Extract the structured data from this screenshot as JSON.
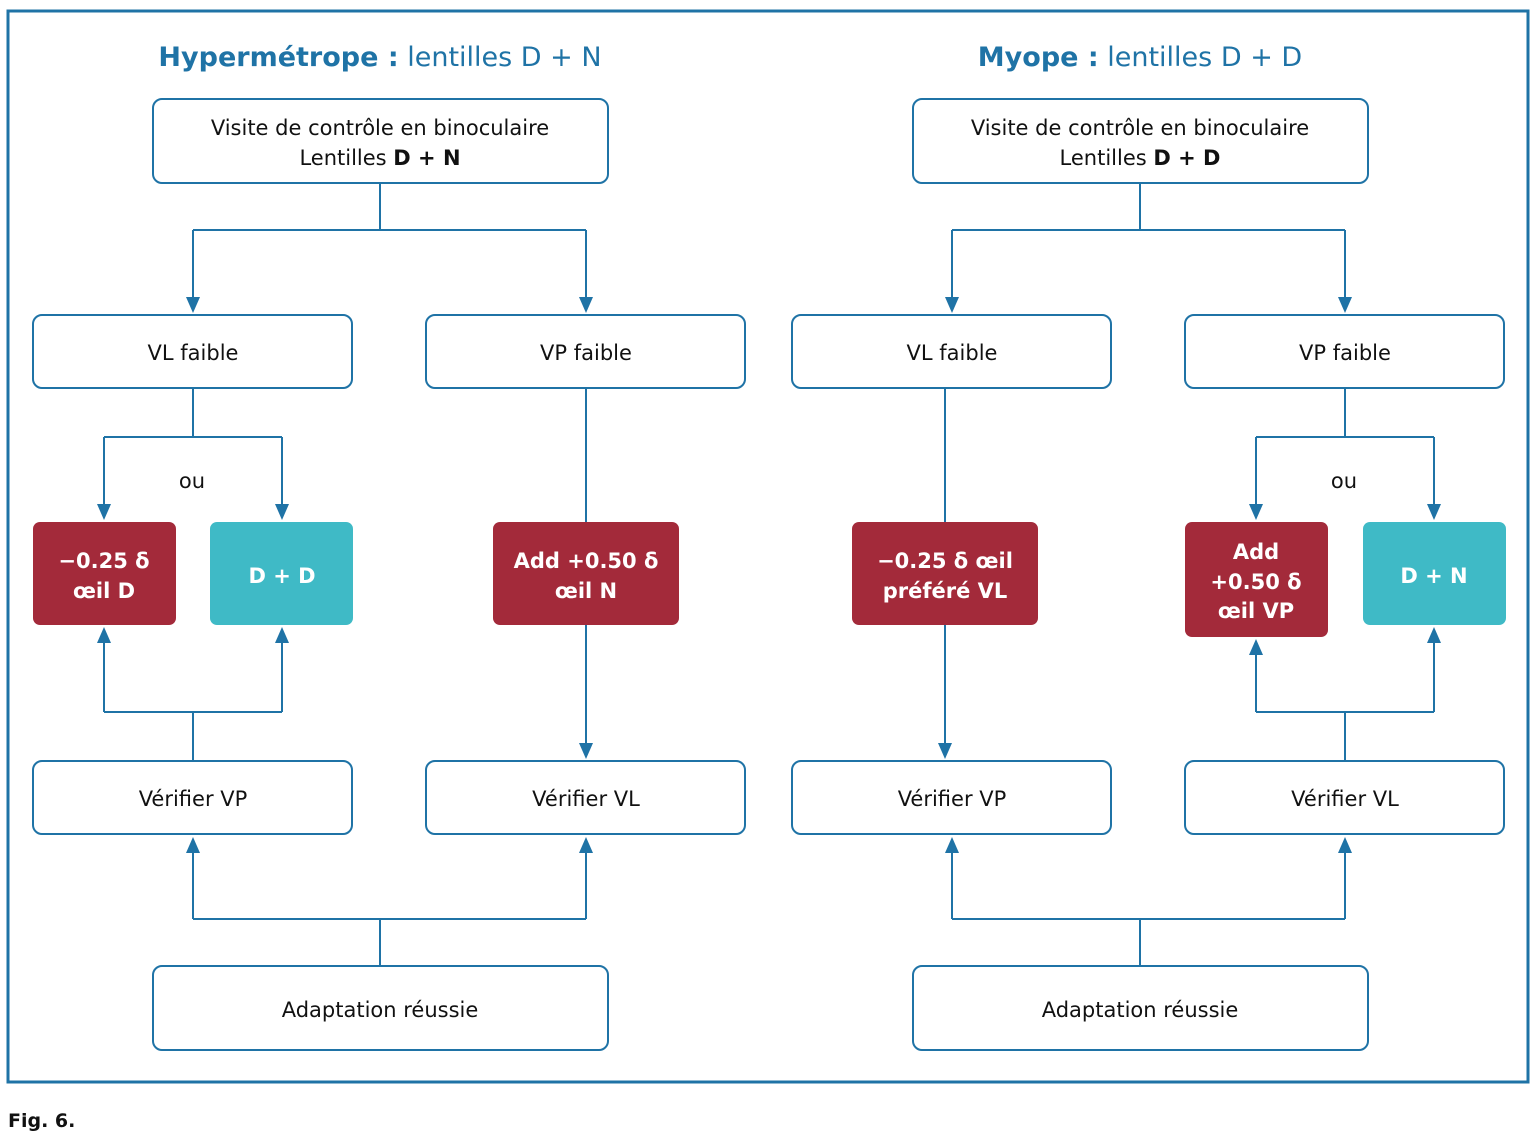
{
  "colors": {
    "blue": "#1f73a6",
    "red": "#a32a3a",
    "teal": "#3fbac6",
    "text": "#111111"
  },
  "hyper": {
    "title_bold": "Hypermétrope :",
    "title_rest": " lentilles D + N",
    "visit_line1": "Visite de contrôle en binoculaire",
    "visit_line2_pre": "Lentilles ",
    "visit_line2_bold": "D + N",
    "vl_faible": "VL faible",
    "vp_faible": "VP faible",
    "ou": "ou",
    "minus_line1": "−0.25 δ",
    "minus_line2": "œil D",
    "dd": "D + D",
    "add_line1": "Add +0.50 δ",
    "add_line2": "œil N",
    "verifier_vp": "Vérifier VP",
    "verifier_vl": "Vérifier VL",
    "adaptation": "Adaptation réussie"
  },
  "myope": {
    "title_bold": "Myope :",
    "title_rest": " lentilles D + D",
    "visit_line1": "Visite de contrôle en binoculaire",
    "visit_line2_pre": "Lentilles ",
    "visit_line2_bold": "D + D",
    "vl_faible": "VL faible",
    "vp_faible": "VP faible",
    "ou": "ou",
    "minus_line1": "−0.25 δ œil",
    "minus_line2": "préféré VL",
    "add_line1": "Add",
    "add_line2": "+0.50 δ",
    "add_line3": "œil VP",
    "dn": "D + N",
    "verifier_vp": "Vérifier VP",
    "verifier_vl": "Vérifier VL",
    "adaptation": "Adaptation réussie"
  },
  "figure_label": "Fig. 6."
}
